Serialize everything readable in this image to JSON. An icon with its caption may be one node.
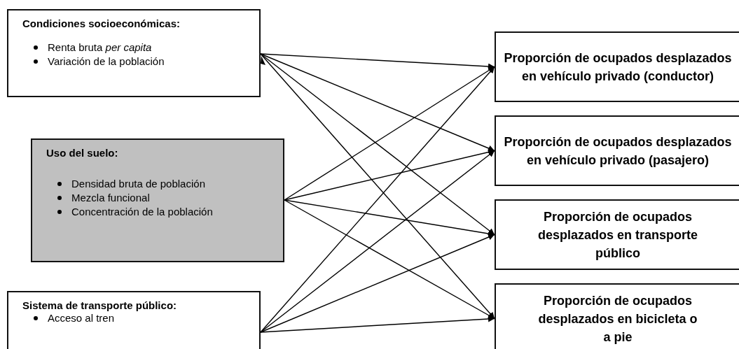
{
  "diagram": {
    "nodes": [
      {
        "text": [
          "Condiciones socioeconómicas:",
          "Renta bruta *per capita*",
          "Variación de la población"
        ]
      },
      {
        "text": [
          "Uso del suelo:",
          "Densidad bruta de población",
          "Mezcla funcional",
          "Concentración de la población"
        ]
      },
      {
        "text": [
          "Sistema de transporte público:",
          "Acceso al  tren"
        ]
      },
      {
        "text": [
          "Proporción de ocupados desplazados en vehículo privado (conductor)"
        ]
      },
      {
        "text": [
          "Proporción de ocupados desplazados en vehículo privado (pasajero)"
        ]
      },
      {
        "text": [
          "Proporción de ocupados desplazados en transporte público"
        ]
      },
      {
        "text": [
          "Proporción de ocupados desplazados en bicicleta o a pie"
        ]
      }
    ],
    "edges": [
      {
        "from": 0,
        "to": 3,
        "arrow": "to"
      },
      {
        "from": 0,
        "to": 4,
        "arrow": "to"
      },
      {
        "from": 0,
        "to": 5,
        "arrow": "to"
      },
      {
        "from": 0,
        "to": 6,
        "arrow": "to"
      },
      {
        "from": 1,
        "to": 3,
        "arrow": "to"
      },
      {
        "from": 1,
        "to": 4,
        "arrow": "to"
      },
      {
        "from": 1,
        "to": 5,
        "arrow": "to"
      },
      {
        "from": 1,
        "to": 6,
        "arrow": "to"
      },
      {
        "from": 2,
        "to": 3,
        "arrow": "to"
      },
      {
        "from": 2,
        "to": 4,
        "arrow": "to"
      },
      {
        "from": 2,
        "to": 5,
        "arrow": "to"
      },
      {
        "from": 2,
        "to": 6,
        "arrow": "to"
      }
    ]
  }
}
